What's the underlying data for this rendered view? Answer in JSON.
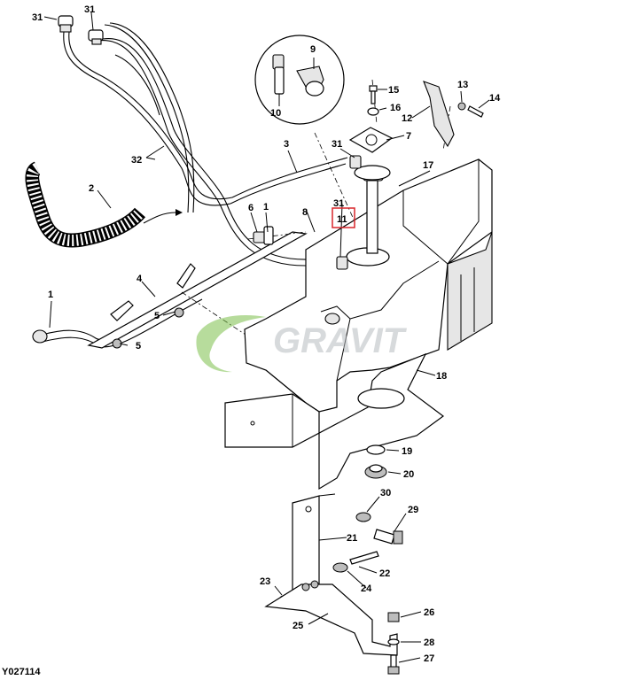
{
  "diagram": {
    "figure_code": "Y027114",
    "watermark": "GRAVIT",
    "callouts": [
      "1",
      "2",
      "3",
      "4",
      "5",
      "6",
      "7",
      "8",
      "9",
      "10",
      "11",
      "12",
      "13",
      "14",
      "15",
      "16",
      "17",
      "18",
      "19",
      "20",
      "21",
      "22",
      "23",
      "24",
      "25",
      "26",
      "27",
      "28",
      "29",
      "30",
      "31",
      "32"
    ],
    "highlighted_callout": "11",
    "highlight_color": "#d9262b",
    "watermark_colors": {
      "green": "#7cbf4a",
      "grey": "#b8bcc0"
    }
  }
}
